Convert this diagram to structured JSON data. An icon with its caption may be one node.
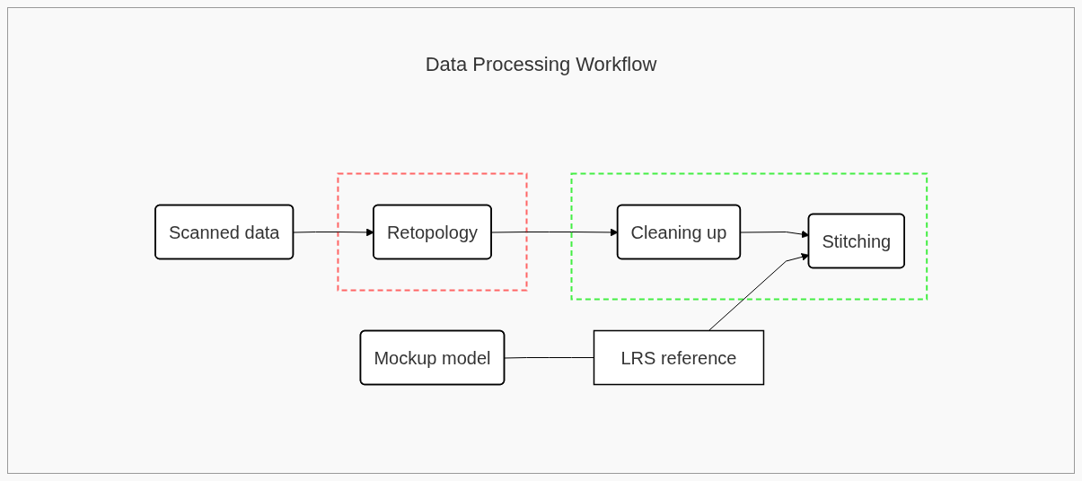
{
  "diagram": {
    "title": "Data Processing Workflow",
    "nodes": [
      {
        "text": [
          "Scanned data"
        ]
      },
      {
        "text": [],
        "shape": "box"
      },
      {
        "text": [
          "Retopology"
        ],
        "in": 1
      },
      {
        "text": [],
        "shape": "box"
      },
      {
        "text": [
          "Cleaning up"
        ],
        "in": 3
      },
      {
        "text": [
          "Stitching"
        ],
        "in": 3
      },
      {
        "text": [
          "Mockup model"
        ]
      },
      {
        "text": [
          "LRS reference"
        ]
      }
    ],
    "edges": [
      {
        "from": 0,
        "to": 2,
        "arrow": "to"
      },
      {
        "from": 2,
        "to": 4,
        "arrow": "to"
      },
      {
        "from": 4,
        "to": 5,
        "arrow": "to"
      },
      {
        "from": 6,
        "to": 7,
        "arrow": "none"
      },
      {
        "from": 7,
        "to": 5,
        "arrow": "to"
      }
    ]
  }
}
